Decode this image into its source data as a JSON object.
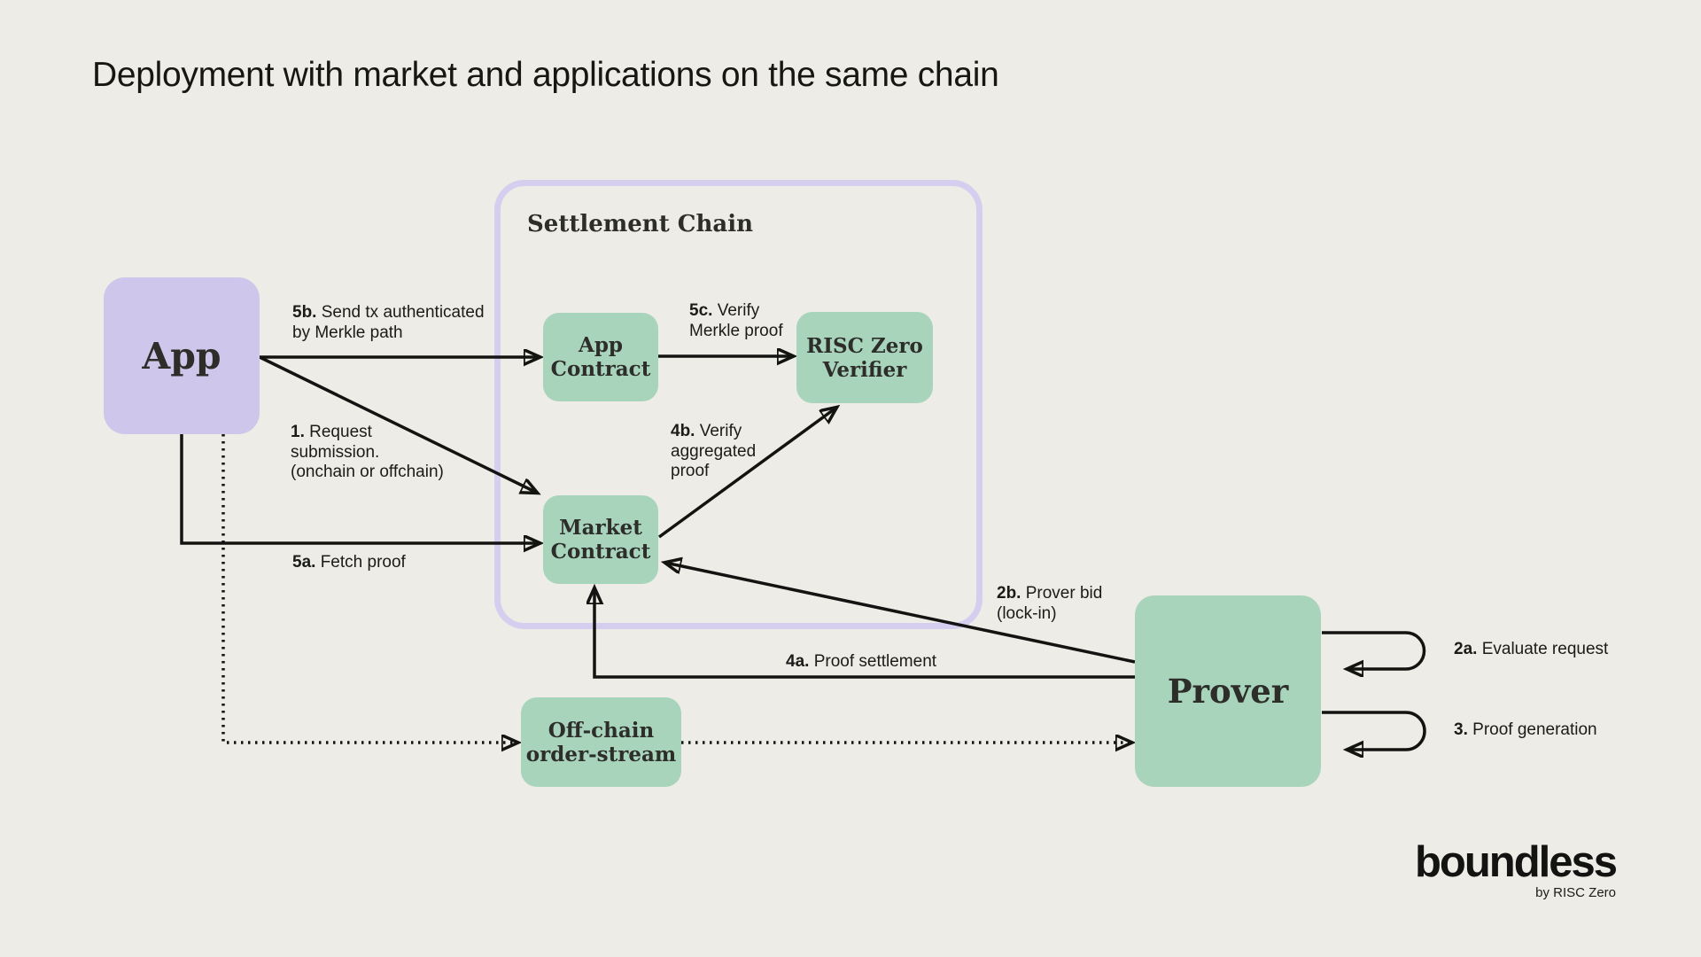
{
  "title": "Deployment with market and applications on the same chain",
  "diagram": {
    "nodes": {
      "app": {
        "label": "App"
      },
      "settlement_chain": {
        "lines": [
          "Settlement",
          "Chain"
        ]
      },
      "app_contract": {
        "lines": [
          "App",
          "Contract"
        ]
      },
      "risc_zero_verifier": {
        "lines": [
          "RISC Zero",
          "Verifier"
        ]
      },
      "market_contract": {
        "lines": [
          "Market",
          "Contract"
        ]
      },
      "offchain_order_stream": {
        "lines": [
          "Off-chain",
          "order-stream"
        ]
      },
      "prover": {
        "label": "Prover"
      }
    },
    "edges": {
      "e1": {
        "num": "1.",
        "lines": [
          "Request",
          "submission.",
          "(onchain or offchain)"
        ]
      },
      "e2a": {
        "num": "2a.",
        "lines": [
          "Evaluate request"
        ]
      },
      "e2b": {
        "num": "2b.",
        "lines": [
          "Prover bid",
          "(lock-in)"
        ]
      },
      "e3": {
        "num": "3.",
        "lines": [
          "Proof generation"
        ]
      },
      "e4a": {
        "num": "4a.",
        "lines": [
          "Proof settlement"
        ]
      },
      "e4b": {
        "num": "4b.",
        "lines": [
          "Verify",
          "aggregated",
          "proof"
        ]
      },
      "e5a": {
        "num": "5a.",
        "lines": [
          "Fetch proof"
        ]
      },
      "e5b": {
        "num": "5b.",
        "lines": [
          "Send tx authenticated",
          "by Merkle path"
        ]
      },
      "e5c": {
        "num": "5c.",
        "lines": [
          "Verify",
          "Merkle proof"
        ]
      }
    }
  },
  "logo": {
    "wordmark": "boundless",
    "byline": "by RISC Zero"
  },
  "colors": {
    "background": "#edece6",
    "purple_fill": "#cfc6eb",
    "purple_border": "#d6ceef",
    "green_fill": "#a8d4bc",
    "line": "#131311",
    "text": "#1b1b19"
  }
}
